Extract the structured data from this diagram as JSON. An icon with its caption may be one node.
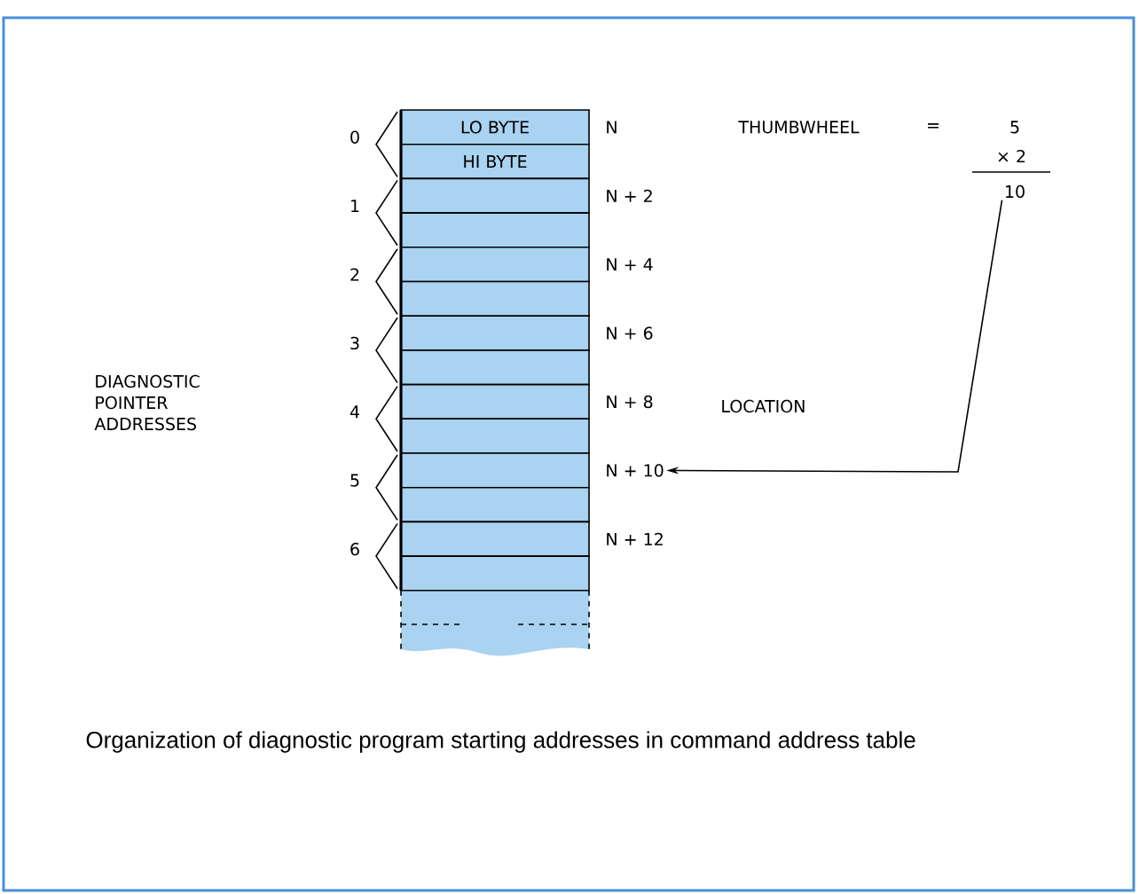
{
  "diagram": {
    "caption": "Organization of diagnostic program starting addresses in command address table",
    "nodes": [
      {
        "text": [
          "LO BYTE"
        ]
      },
      {
        "text": [
          "HI BYTE"
        ]
      },
      {
        "text": [],
        "shape": "box"
      },
      {
        "text": [],
        "shape": "box"
      },
      {
        "text": [],
        "shape": "box"
      },
      {
        "text": [],
        "shape": "box"
      },
      {
        "text": [],
        "shape": "box"
      },
      {
        "text": [],
        "shape": "box"
      },
      {
        "text": [],
        "shape": "box"
      },
      {
        "text": [],
        "shape": "box"
      },
      {
        "text": [],
        "shape": "box"
      },
      {
        "text": [],
        "shape": "box"
      },
      {
        "text": [],
        "shape": "box"
      },
      {
        "text": [],
        "shape": "box"
      },
      {
        "text": [
          "10"
        ]
      },
      {
        "text": [
          "N + 10"
        ]
      }
    ],
    "edges": [
      {
        "from": 14,
        "to": 15,
        "arrow": "to"
      }
    ],
    "labels": [
      "0",
      "N",
      "THUMBWHEEL",
      "=",
      "5",
      "× 2",
      "1",
      "N + 2",
      "2",
      "N + 4",
      "3",
      "N + 6",
      "DIAGNOSTIC POINTER ADDRESSES",
      "4",
      "N + 8",
      "LOCATION",
      "5",
      "6",
      "N + 12"
    ]
  }
}
